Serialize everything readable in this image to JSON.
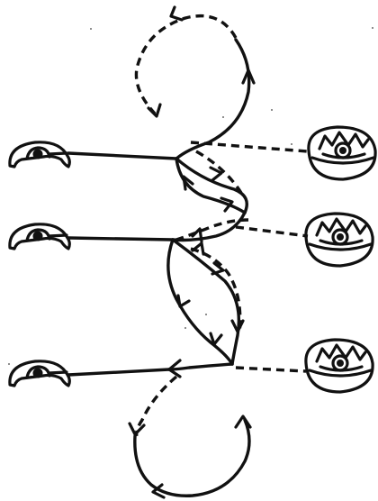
{
  "diagram": {
    "kind": "line-drawing",
    "colors": {
      "ink": "#111111",
      "background": "#ffffff"
    },
    "symbols": {
      "left": {
        "icon": "pilot-figure-icon",
        "count": 3
      },
      "right": {
        "icon": "pod-with-figure-icon",
        "count": 3
      }
    },
    "line_styles": [
      "solid",
      "dashed"
    ],
    "arrow_icon": "arrowhead-icon"
  }
}
